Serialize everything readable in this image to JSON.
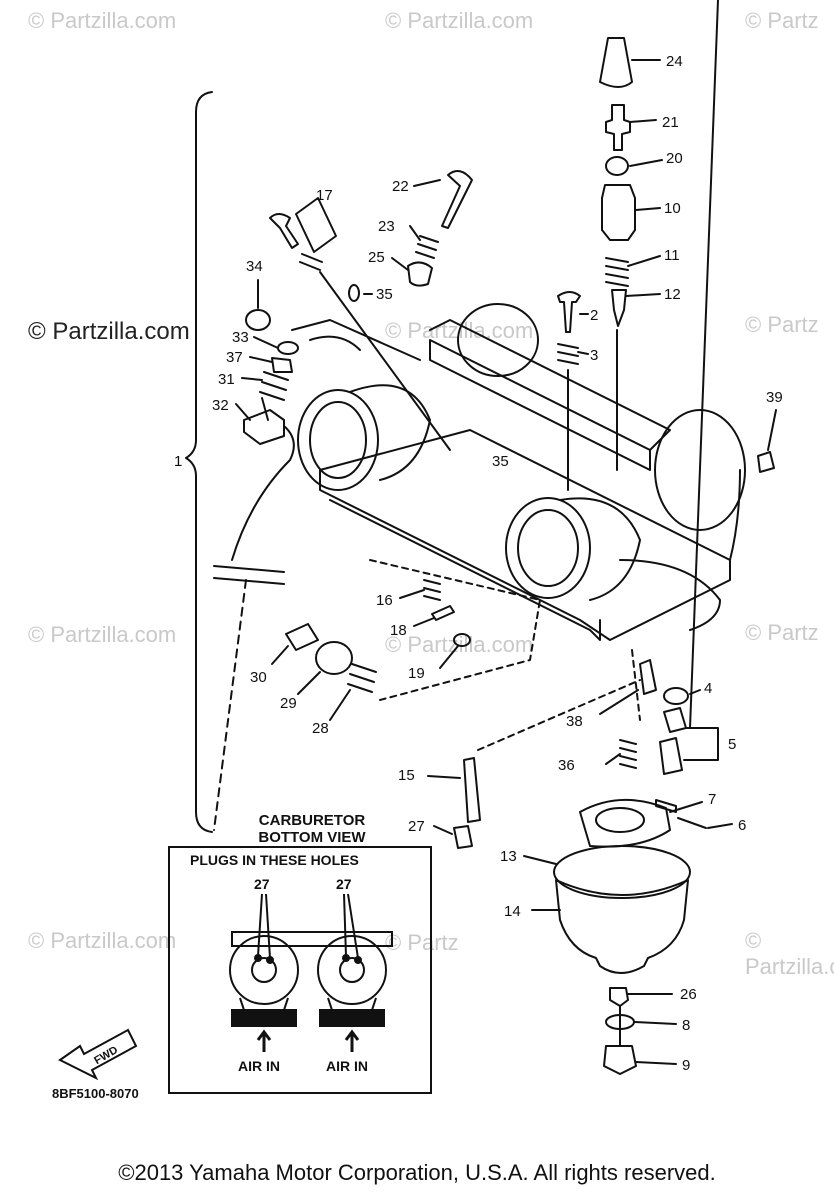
{
  "watermarks": [
    "© Partzilla.com",
    "© Partzilla.com",
    "© Partz",
    "© Partzilla.com",
    "© Partzilla.com",
    "© Partzilla.com",
    "© Partz",
    "© Partzilla.com",
    "© Partzilla.com",
    "© Partz",
    "© Partz",
    "© Partzilla.com"
  ],
  "callouts": [
    "24",
    "21",
    "20",
    "10",
    "11",
    "12",
    "22",
    "17",
    "23",
    "25",
    "35",
    "34",
    "33",
    "37",
    "31",
    "32",
    "2",
    "3",
    "39",
    "1",
    "35",
    "16",
    "18",
    "19",
    "30",
    "29",
    "28",
    "4",
    "38",
    "5",
    "36",
    "15",
    "7",
    "6",
    "27",
    "13",
    "14",
    "26",
    "8",
    "9"
  ],
  "inset": {
    "heading_line1": "CARBURETOR",
    "heading_line2": "BOTTOM VIEW",
    "plugs_text": "PLUGS IN THESE HOLES",
    "plug_label_left": "27",
    "plug_label_right": "27",
    "air_in_left": "AIR IN",
    "air_in_right": "AIR IN"
  },
  "fwd_label": "FWD",
  "diagram_code": "8BF5100-8070",
  "copyright": "©2013  Yamaha Motor Corporation, U.S.A. All rights reserved."
}
